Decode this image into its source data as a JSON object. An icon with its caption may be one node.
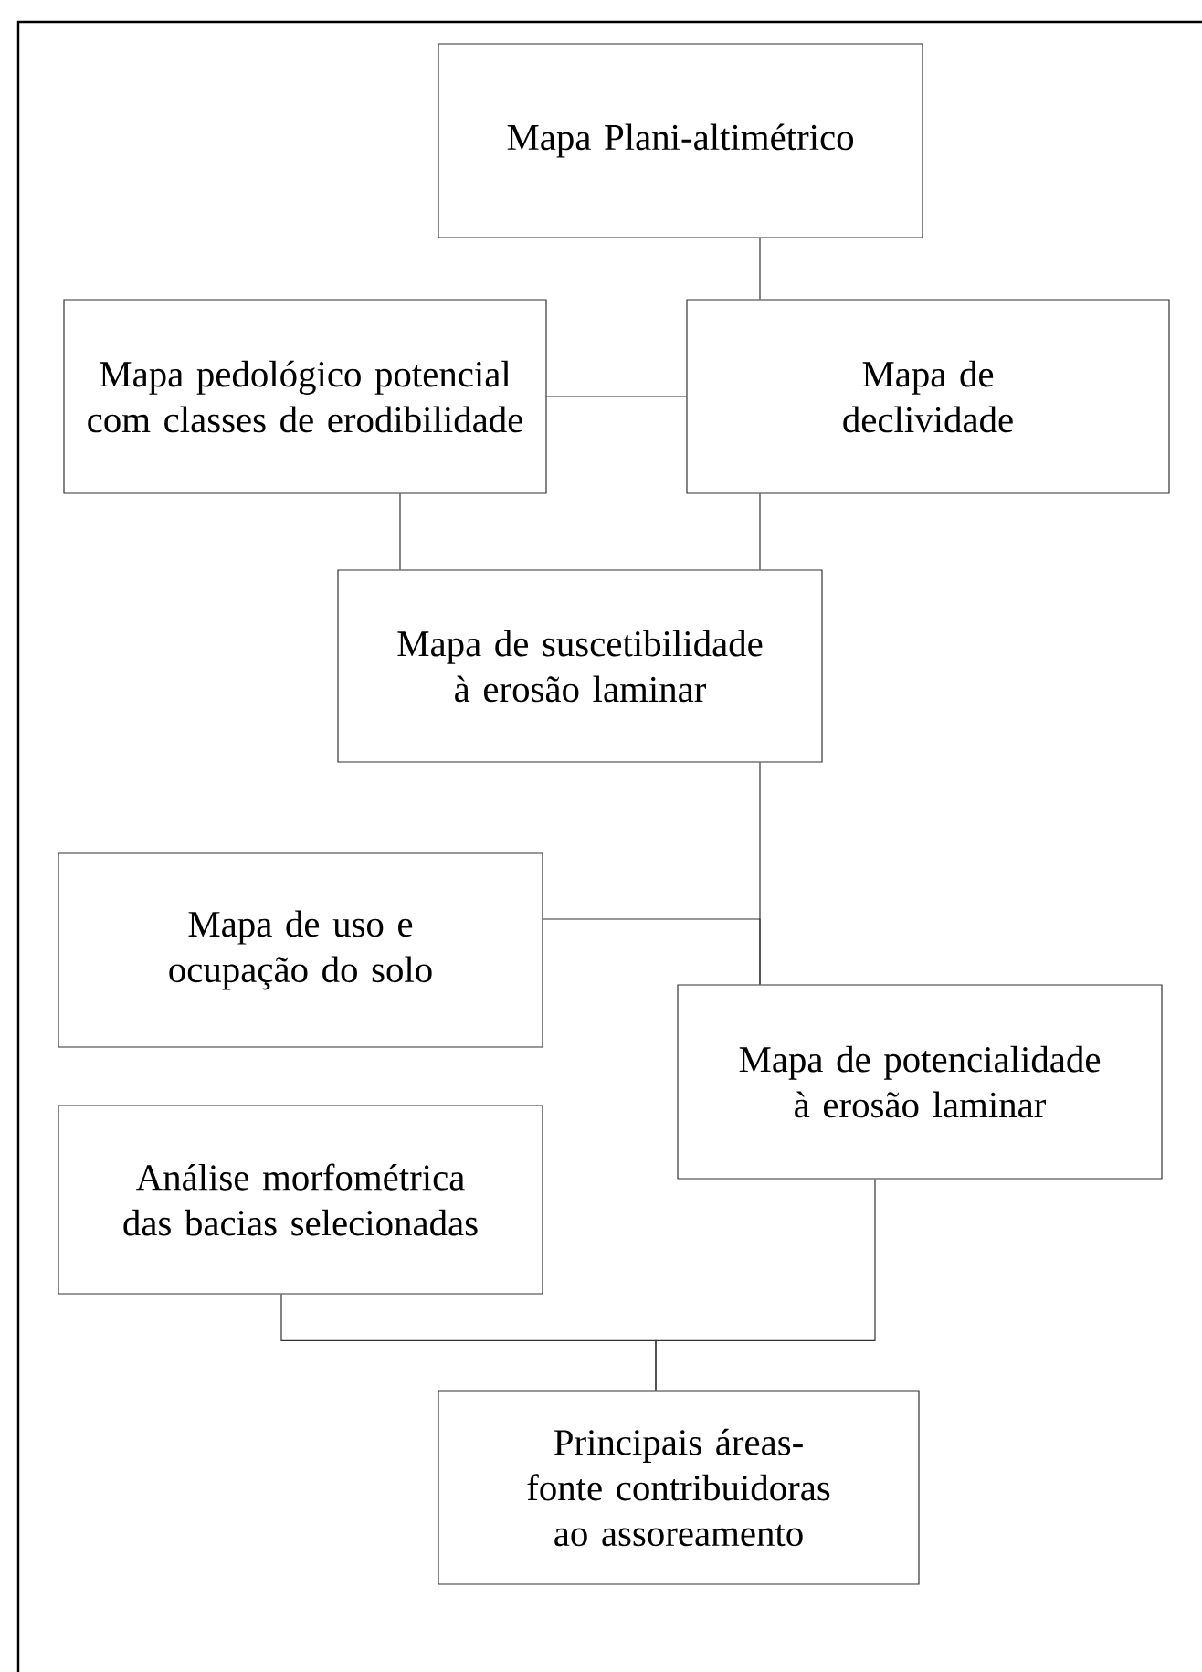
{
  "diagram": {
    "nodes": [
      {
        "text": [
          "Mapa Plani-altimétrico"
        ]
      },
      {
        "text": [
          "Mapa pedológico potencial com classes de erodibilidade"
        ]
      },
      {
        "text": [
          "Mapa de declividade"
        ]
      },
      {
        "text": [
          "Mapa de suscetibilidade à erosão laminar"
        ]
      },
      {
        "text": [
          "Mapa de uso e ocupação do solo"
        ]
      },
      {
        "text": [
          "Mapa de potencialidade à erosão laminar"
        ]
      },
      {
        "text": [
          "Análise morfométrica das bacias selecionadas"
        ]
      },
      {
        "text": [
          "Principais áreas-fonte contribuidoras ao assoreamento"
        ]
      }
    ],
    "edges": [
      {
        "from": 0,
        "to": 2,
        "arrow": "none"
      },
      {
        "from": 1,
        "to": 2,
        "arrow": "none"
      },
      {
        "from": 1,
        "to": 3,
        "arrow": "none"
      },
      {
        "from": 2,
        "to": 3,
        "arrow": "none"
      },
      {
        "from": 3,
        "to": 5,
        "arrow": "none"
      },
      {
        "from": 4,
        "to": 5,
        "arrow": "none"
      },
      {
        "from": 5,
        "to": 7,
        "arrow": "none"
      },
      {
        "from": 6,
        "to": 7,
        "arrow": "none"
      }
    ]
  }
}
